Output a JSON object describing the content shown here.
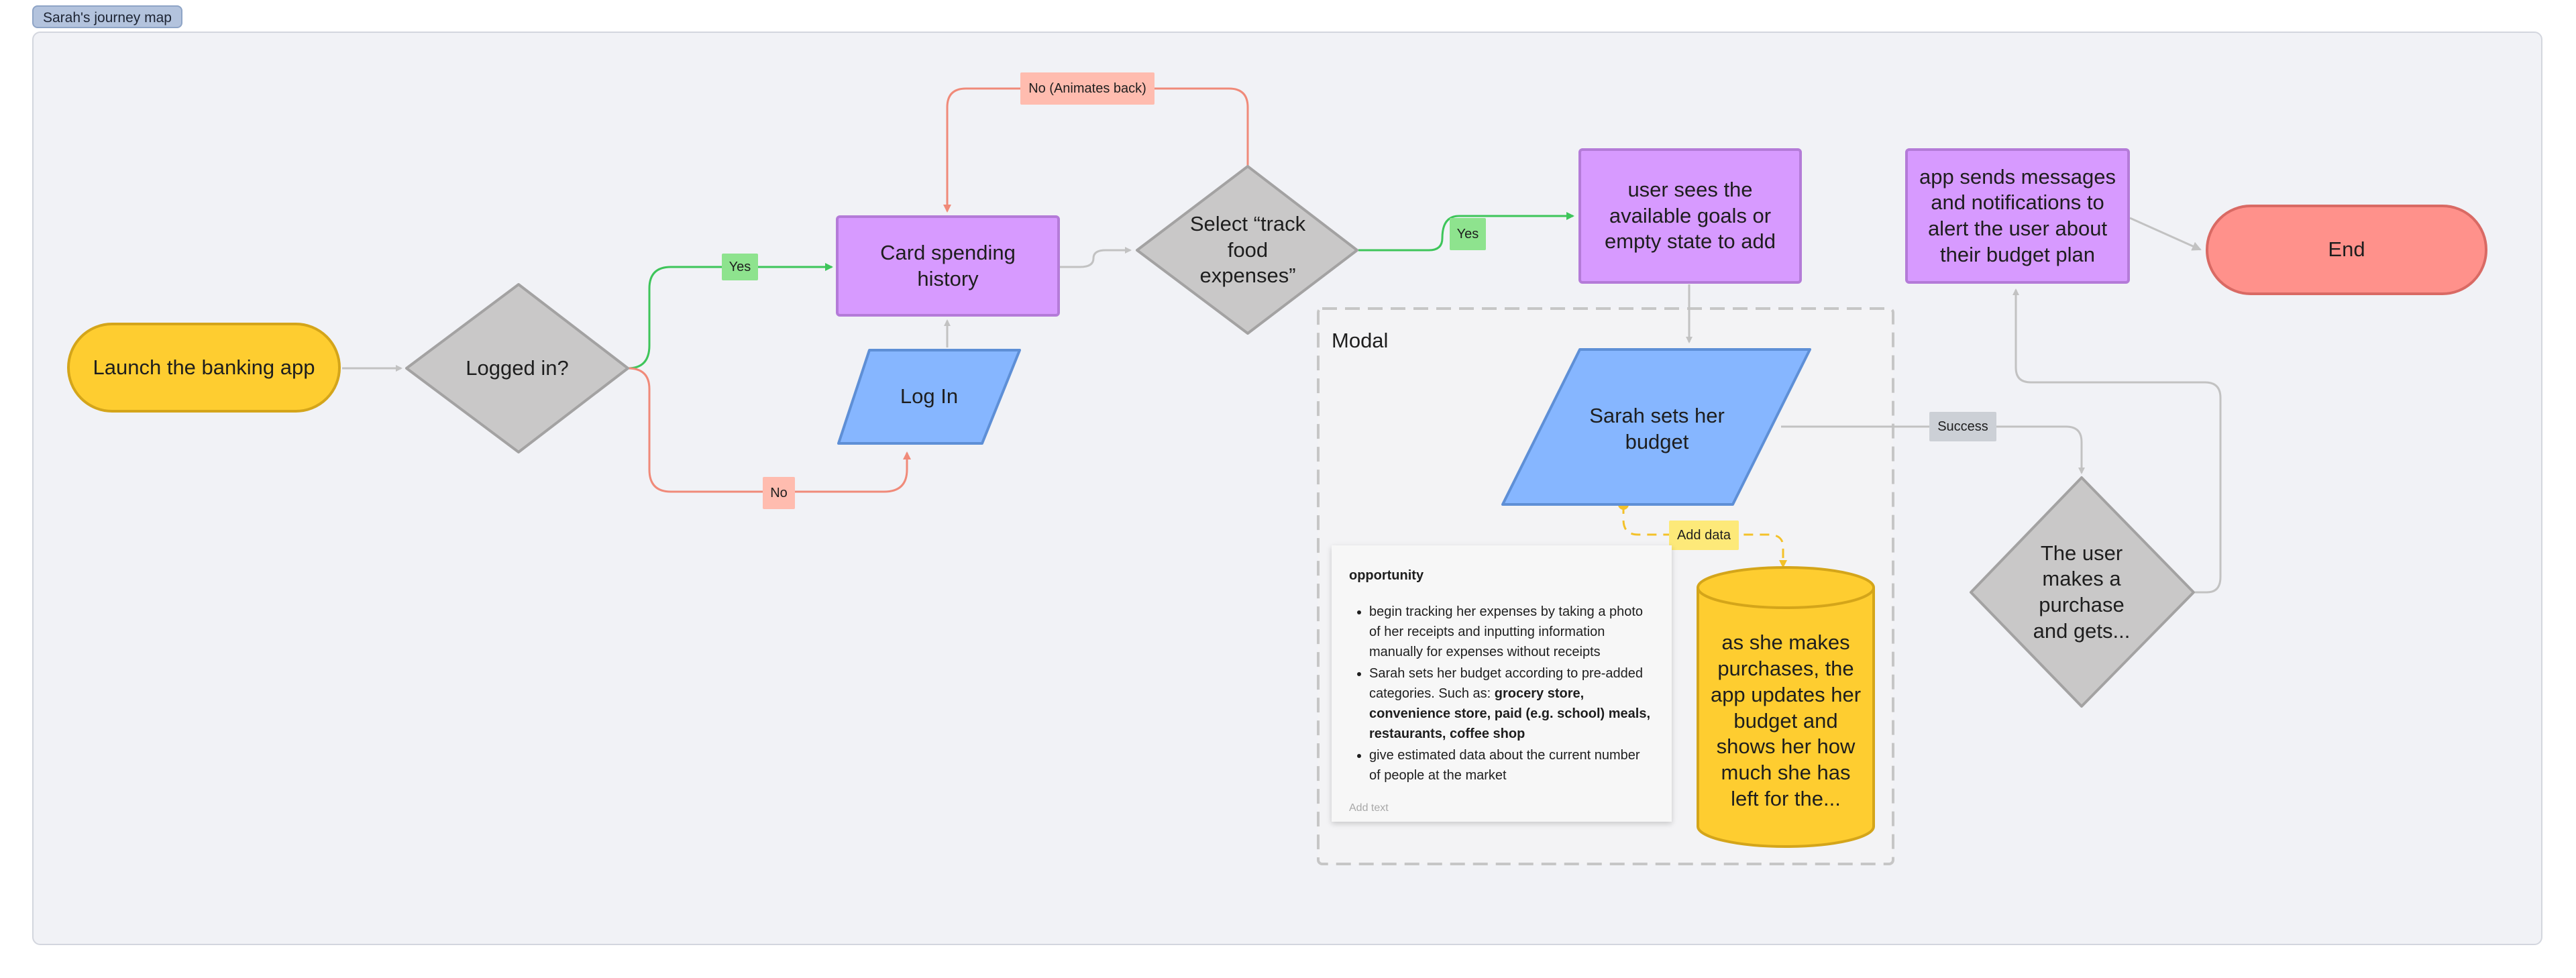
{
  "frame": {
    "label": "Sarah's journey map"
  },
  "nodes": {
    "launch": "Launch the banking app",
    "logged_in": "Logged in?",
    "card_history": "Card spending history",
    "log_in": "Log In",
    "select_food": "Select “track food expenses”",
    "user_sees_goals": "user sees the available goals or empty state to add",
    "app_sends": "app sends messages and notifications to alert the user about their budget plan",
    "end": "End",
    "sets_budget": "Sarah sets her budget",
    "purchase": "The user makes a purchase and gets...",
    "db_updates": "as she makes purchases, the app updates her budget and shows her how much she has left for the..."
  },
  "labels": {
    "yes_1": "Yes",
    "no_1": "No",
    "no_animates": "No (Animates back)",
    "yes_2": "Yes",
    "success": "Success",
    "add_data": "Add data"
  },
  "modal": {
    "title": "Modal"
  },
  "note": {
    "title": "opportunity",
    "bullets": [
      "begin tracking her expenses by taking a photo of her receipts and inputting information manually for expenses without receipts",
      "Sarah sets her budget according to pre-added categories. Such as: ",
      "give estimated data about the current number of people at the market"
    ],
    "bullet2_bold": "grocery store, convenience store, paid (e.g. school) meals, restaurants, coffee shop",
    "add_text": "Add text"
  },
  "colors": {
    "yellow": "#fecd30",
    "gray": "#c9c8c8",
    "purple": "#d79aff",
    "blue": "#86b6ff",
    "red": "#ff918b",
    "green_label": "#8ee38e",
    "red_label": "#ffbcaf",
    "gray_label": "#ccd0d6",
    "yellow_label": "#fde979"
  }
}
